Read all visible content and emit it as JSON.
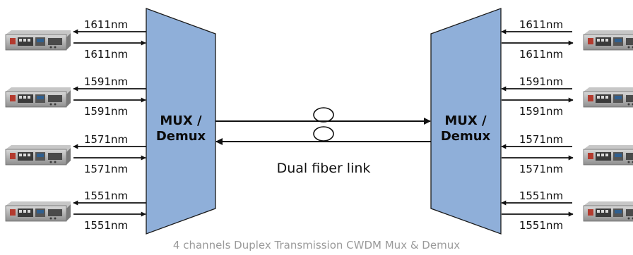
{
  "colors": {
    "mux_fill": "#8fafd9",
    "mux_stroke": "#1a1a1a",
    "line": "#111111",
    "caption": "#9a9a9a"
  },
  "left_mux": {
    "label_line1": "MUX /",
    "label_line2": "Demux"
  },
  "right_mux": {
    "label_line1": "MUX /",
    "label_line2": "Demux"
  },
  "channels": [
    {
      "tx_label": "1611nm",
      "rx_label": "1611nm"
    },
    {
      "tx_label": "1591nm",
      "rx_label": "1591nm"
    },
    {
      "tx_label": "1571nm",
      "rx_label": "1571nm"
    },
    {
      "tx_label": "1551nm",
      "rx_label": "1551nm"
    }
  ],
  "link_label": "Dual fiber link",
  "caption": "4 channels Duplex Transmission CWDM Mux & Demux",
  "icons": {
    "device": "network-device-icon",
    "fiber_coil": "fiber-coil-icon"
  }
}
